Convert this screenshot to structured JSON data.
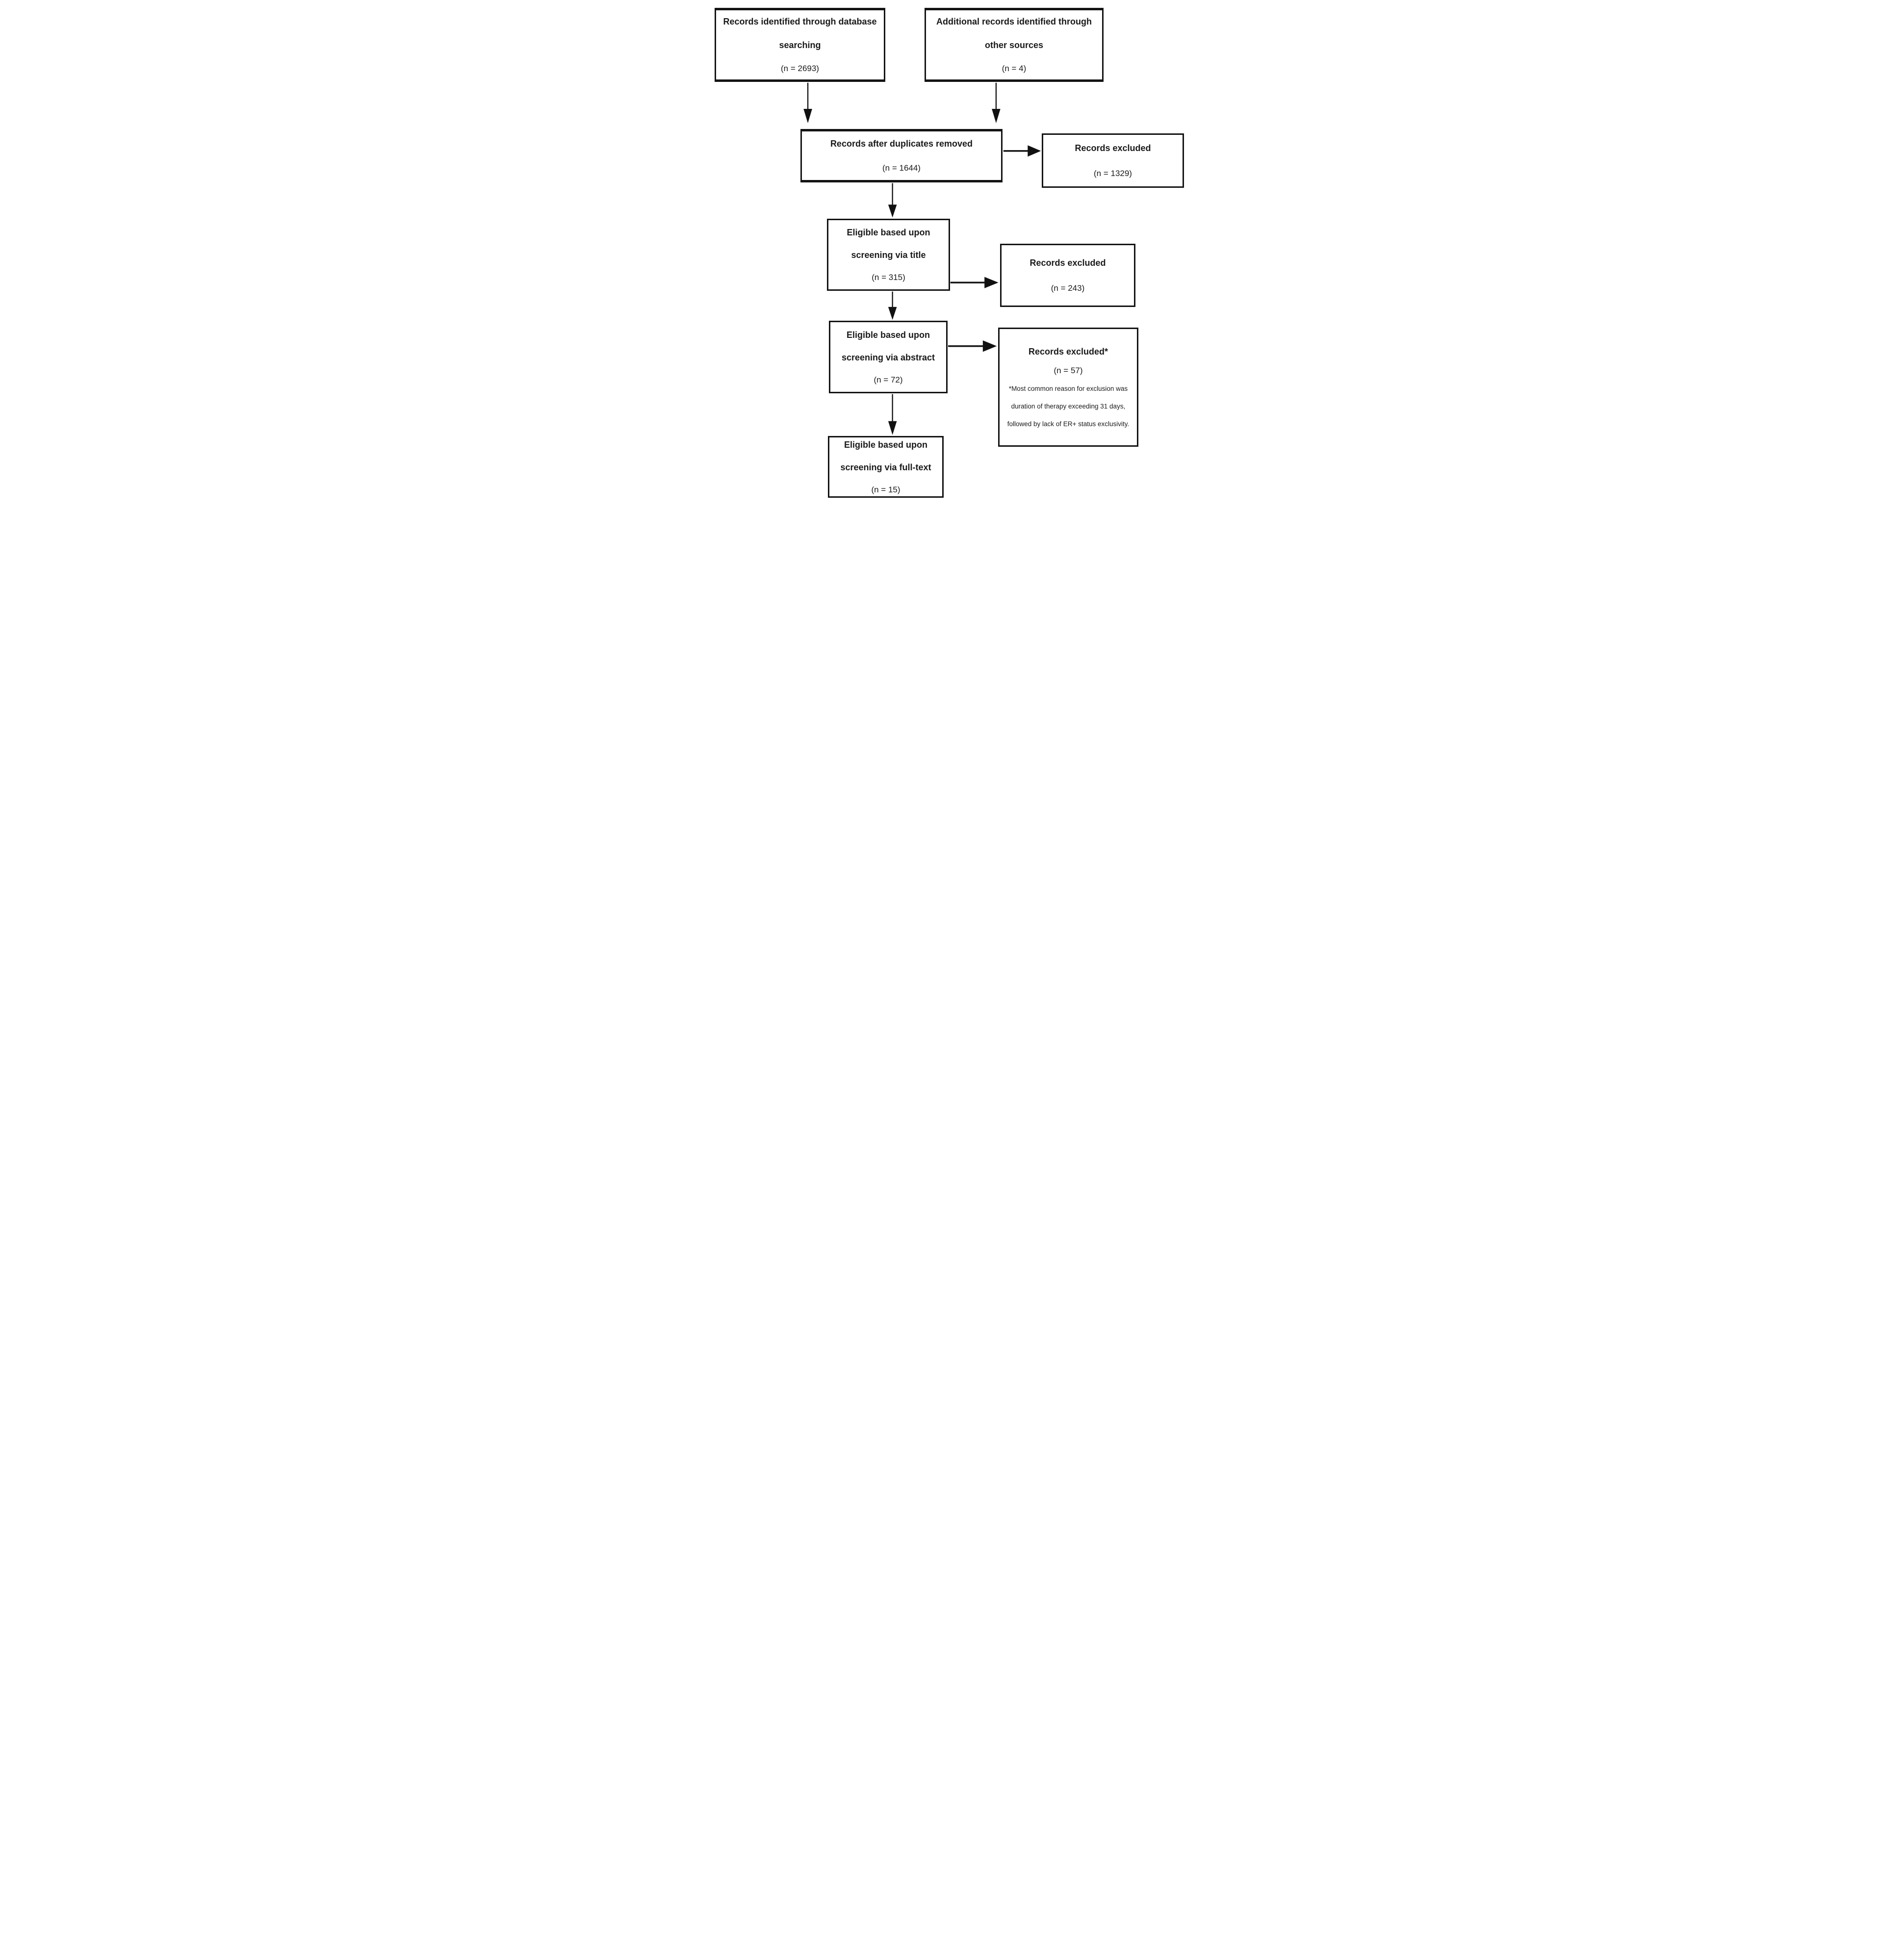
{
  "figure": {
    "kind": "PRISMA-style study selection flow diagram",
    "background_color": "#ffffff",
    "box_border_color": "#141414",
    "text_color": "#1a1a1a",
    "arrow_color": "#111111"
  },
  "boxes": {
    "identified_database": {
      "line1": "Records identified through database",
      "line2": "searching",
      "n": "(n = 2693)"
    },
    "identified_other": {
      "line1": "Additional records identified through",
      "line2": "other sources",
      "n": "(n = 4)"
    },
    "after_duplicates": {
      "line1": "Records after duplicates removed",
      "n": "(n = 1644)"
    },
    "excluded_duplicates": {
      "line1": "Records excluded",
      "n": "(n = 1329)"
    },
    "screen_title": {
      "line1": "Eligible based upon",
      "line2": "screening via title",
      "n": "(n = 315)"
    },
    "excluded_title": {
      "line1": "Records excluded",
      "n": "(n = 243)"
    },
    "screen_abstract": {
      "line1": "Eligible based upon",
      "line2": "screening via abstract",
      "n": "(n = 72)"
    },
    "excluded_abstract": {
      "line1": "Records excluded*",
      "n": "(n = 57)",
      "footnote1": "*Most common reason for exclusion was",
      "footnote2": "duration of therapy exceeding 31 days,",
      "footnote3": "followed by lack of ER+ status exclusivity."
    },
    "screen_fulltext": {
      "line1": "Eligible based upon",
      "line2": "screening via full-text",
      "n": "(n = 15)"
    }
  }
}
